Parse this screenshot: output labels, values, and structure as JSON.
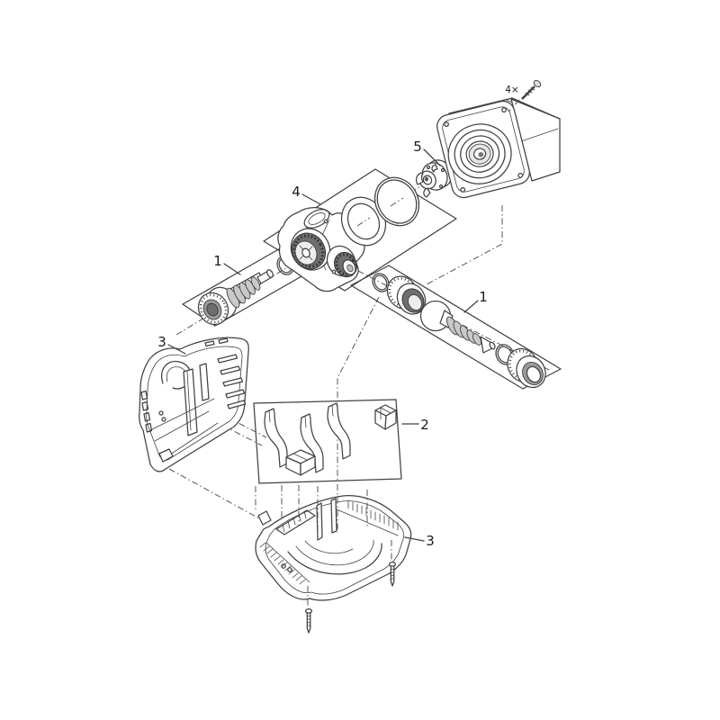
{
  "callouts": {
    "part1_left": "1",
    "part1_right": "1",
    "part2": "2",
    "part3_upper": "3",
    "part3_lower": "3",
    "part4": "4",
    "part5": "5",
    "screw_qty": "4×"
  },
  "colors": {
    "background": "#ffffff",
    "line": "#414141",
    "dash_line": "#565656",
    "shade_dark": "#6f6f6f",
    "shade_mid": "#9a9a9a",
    "shade_light": "#c9c9c9",
    "label_text": "#1b1b1b"
  }
}
